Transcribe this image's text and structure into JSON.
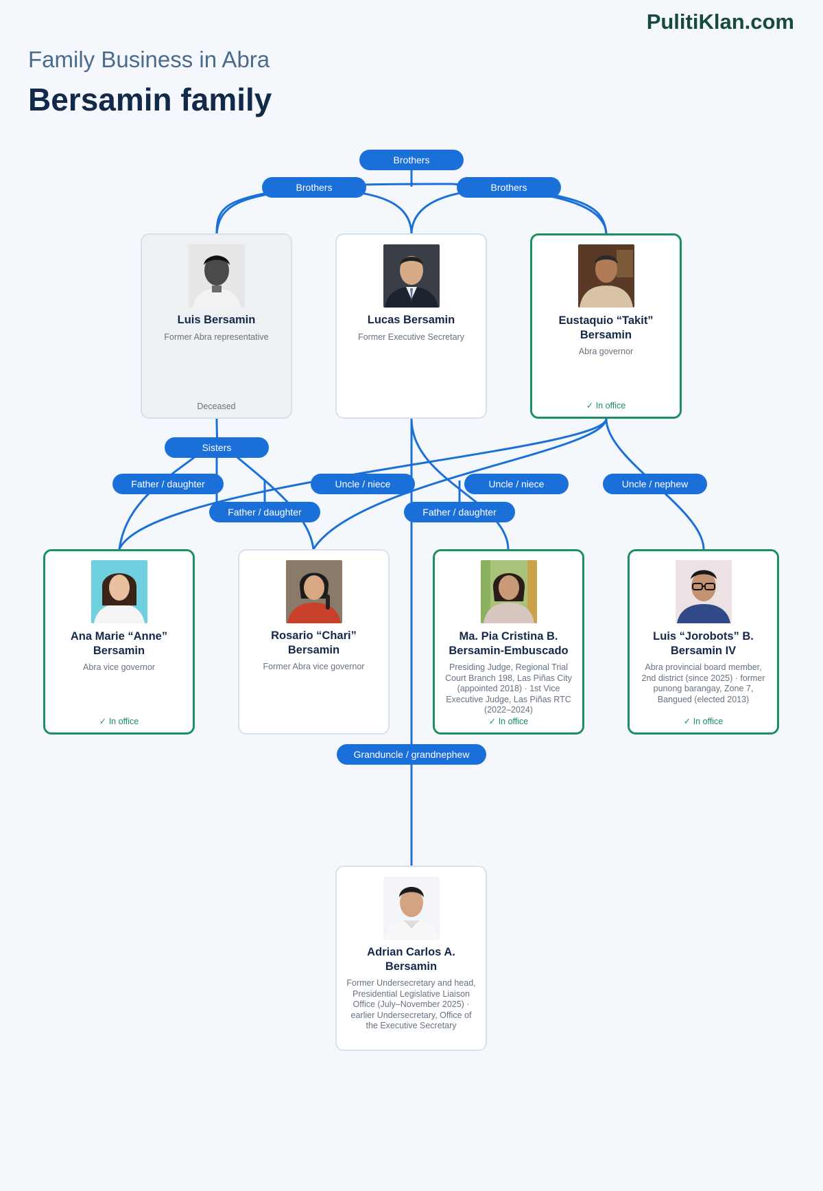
{
  "brand": "PulitiKlan.com",
  "header": {
    "subtitle": "Family Business in Abra",
    "title": "Bersamin family"
  },
  "relations": {
    "brothers_top": "Brothers",
    "brothers_left": "Brothers",
    "brothers_right": "Brothers",
    "sisters": "Sisters",
    "father_daughter_anne": "Father / daughter",
    "father_daughter_chari": "Father / daughter",
    "father_daughter_pia": "Father / daughter",
    "uncle_niece_anne": "Uncle / niece",
    "uncle_niece_chari": "Uncle / niece",
    "uncle_nephew": "Uncle / nephew",
    "granduncle": "Granduncle / grandnephew"
  },
  "people": {
    "luis": {
      "name": "Luis Bersamin",
      "role": "Former Abra representative",
      "status": "Deceased"
    },
    "lucas": {
      "name": "Lucas Bersamin",
      "role": "Former Executive Secretary",
      "status": ""
    },
    "takit": {
      "name": "Eustaquio “Takit” Bersamin",
      "role": "Abra governor",
      "status": "✓ In office"
    },
    "anne": {
      "name": "Ana Marie “Anne” Bersamin",
      "role": "Abra vice governor",
      "status": "✓ In office"
    },
    "chari": {
      "name": "Rosario “Chari” Bersamin",
      "role": "Former Abra vice governor",
      "status": ""
    },
    "pia": {
      "name": "Ma. Pia Cristina B. Bersamin-Embuscado",
      "role": "Presiding Judge, Regional Trial Court Branch 198, Las Piñas City (appointed 2018) · 1st Vice Executive Judge, Las Piñas RTC (2022–2024)",
      "status": "✓ In office"
    },
    "jorobots": {
      "name": "Luis “Jorobots” B. Bersamin IV",
      "role": "Abra provincial board member, 2nd district (since 2025) · former punong barangay, Zone 7, Bangued (elected 2013)",
      "status": "✓ In office"
    },
    "adrian": {
      "name": "Adrian Carlos A. Bersamin",
      "role": "Former Undersecretary and head, Presidential Legislative Liaison Office (July–November 2025) · earlier Undersecretary, Office of the Executive Secretary",
      "status": ""
    }
  },
  "colors": {
    "connector": "#1a6fd8",
    "in_office": "#1b8f5d",
    "title": "#12294a",
    "brand": "#16493f"
  }
}
